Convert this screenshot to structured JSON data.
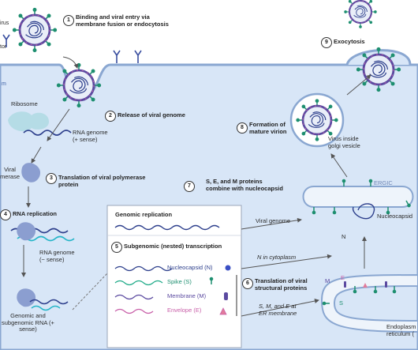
{
  "steps": {
    "s1": {
      "num": "1",
      "title": "Binding and viral entry via\nmembrane fusion or endocytosis"
    },
    "s2": {
      "num": "2",
      "title": "Release of viral genome"
    },
    "s3": {
      "num": "3",
      "title": "Translation of viral polymerase\nprotein"
    },
    "s4": {
      "num": "4",
      "title": "RNA replication"
    },
    "s5": {
      "num": "5",
      "title": "Subgenomic (nested) transcription"
    },
    "s6": {
      "num": "6",
      "title": "Translation of viral\nstructural proteins"
    },
    "s7": {
      "num": "7",
      "title": "S, E, and M proteins\ncombine with nucleocapsid"
    },
    "s8": {
      "num": "8",
      "title": "Formation of\nmature virion"
    },
    "s9": {
      "num": "9",
      "title": "Exocytosis"
    }
  },
  "labels": {
    "virus": "irus",
    "receptor": "tor",
    "cytoplasm_edge": "m",
    "ribosome": "Ribosome",
    "rna_genome_plus": "RNA genome\n(+ sense)",
    "viral_polymerase": "Viral\nmerase",
    "rna_genome_minus": "RNA genome\n(− sense)",
    "genomic_subgenomic": "Genomic and\nsubgenomic RNA (+\nsense)",
    "genomic_replication": "Genomic replication",
    "nucleocapsid_item": "Nucleocapsid (N)",
    "spike_item": "Spike (S)",
    "membrane_item": "Membrane (M)",
    "envelope_item": "Envelope (E)",
    "viral_genome": "Viral genome",
    "n_in_cytoplasm": "N in cytoplasm",
    "sme_er": "S, M, and E at\nER membrane",
    "ergic": "ERGIC",
    "nucleocapsid_right": "Nucleocapsid",
    "n_letter": "N",
    "m_letter": "M",
    "e_letter": "E",
    "s_letter": "S",
    "virus_golgi": "Virus inside\ngolgi vesicle",
    "endoplasmic": "Endoplasm\nreticulum ("
  },
  "colors": {
    "cytoplasm": "#d8e6f7",
    "membrane": "#8aa7d1",
    "virion_green": "#1e8f70",
    "virion_purple": "#5b4aa0",
    "envelope_pink": "#c85fa8",
    "rna_plus": "#2d3f8c",
    "rna_minus": "#25b5c8",
    "box_bg": "#ffffff"
  }
}
